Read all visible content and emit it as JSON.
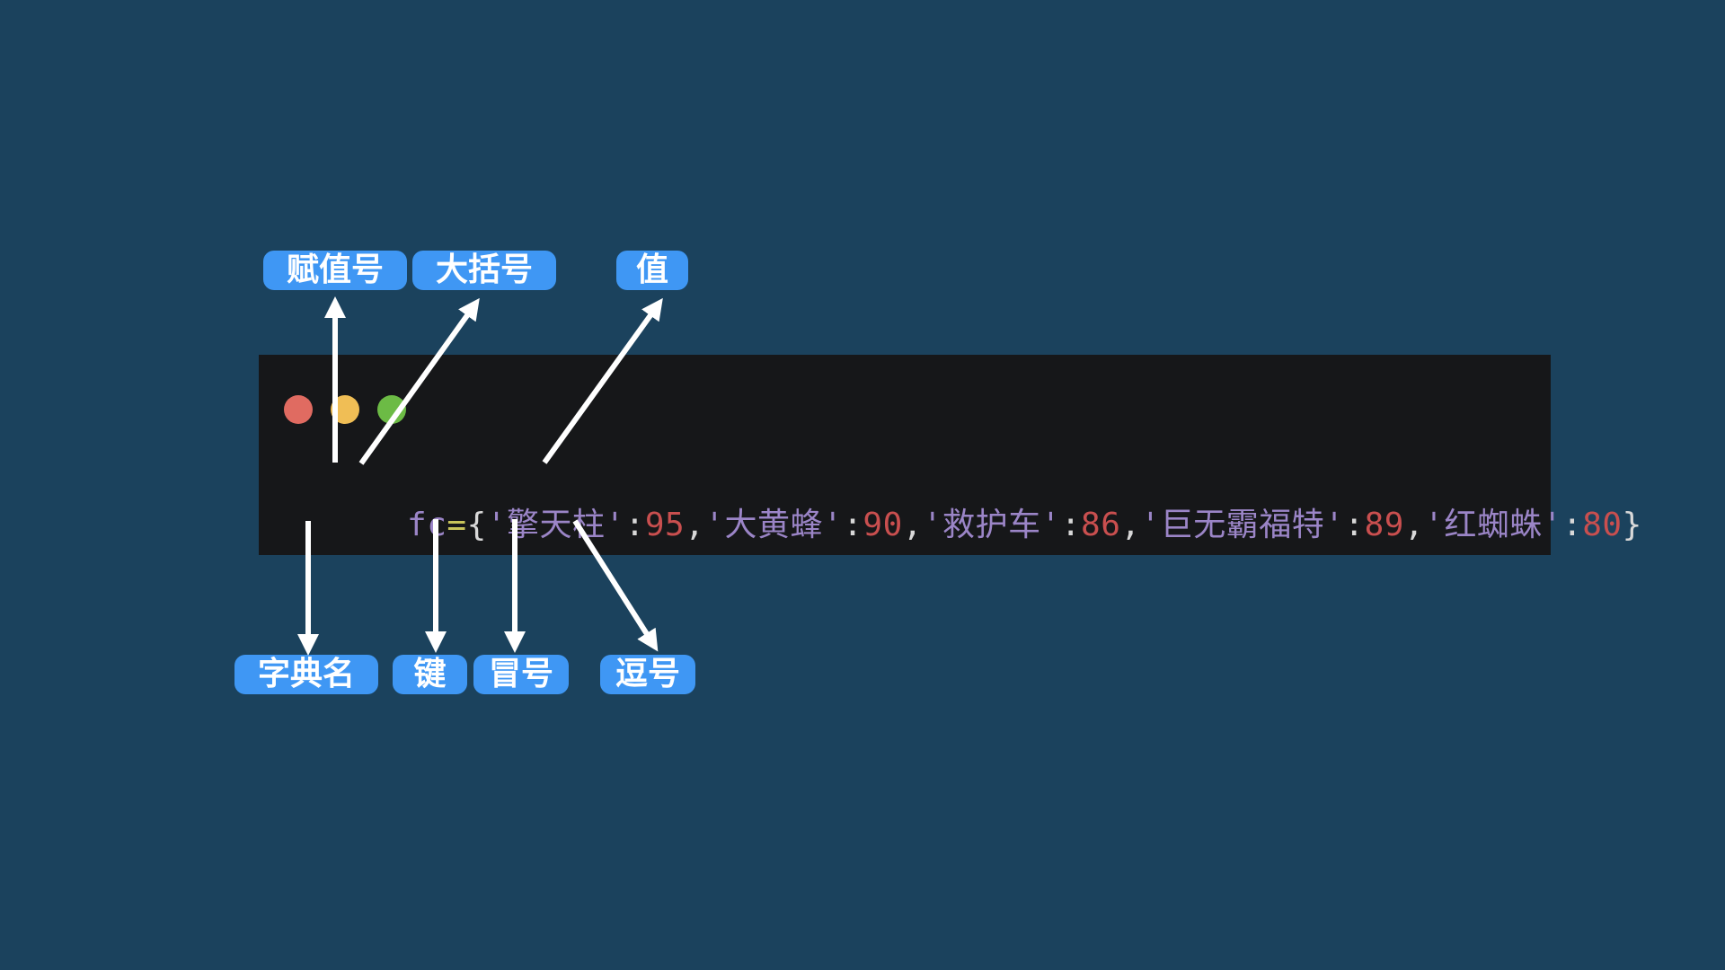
{
  "code_line": {
    "name": "fc",
    "assign": "=",
    "open_brace": "{",
    "close_brace": "}",
    "quote": "'",
    "colon": ":",
    "comma": ",",
    "entries": [
      {
        "key": "擎天柱",
        "value": "95"
      },
      {
        "key": "大黄蜂",
        "value": "90"
      },
      {
        "key": "救护车",
        "value": "86"
      },
      {
        "key": "巨无霸福特",
        "value": "89"
      },
      {
        "key": "红蜘蛛",
        "value": "80"
      }
    ]
  },
  "labels": {
    "assign_op": "赋值号",
    "brace": "大括号",
    "value": "值",
    "dict_name": "字典名",
    "key": "键",
    "colon": "冒号",
    "comma": "逗号"
  },
  "colors": {
    "background": "#1b425d",
    "window": "#161719",
    "dot_red": "#e06b61",
    "dot_yellow": "#f0be55",
    "dot_green": "#6cbb45",
    "label_bg": "#3f97f4",
    "code_name": "#9b85c7",
    "code_assign": "#c8c45a",
    "code_punct": "#d8d8d8",
    "code_key": "#9b85c7",
    "code_number": "#c94f4f",
    "arrow": "#ffffff"
  },
  "icons": {
    "window_controls": [
      "close-dot-icon",
      "minimize-dot-icon",
      "maximize-dot-icon"
    ]
  }
}
